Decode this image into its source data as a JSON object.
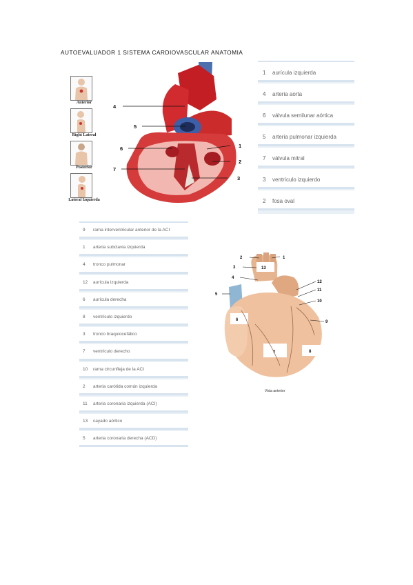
{
  "title": "AUTOEVALUADOR 1 SISTEMA CARDIOVASCULAR ANATOMIA",
  "views": [
    "Anterior",
    "Right Lateral",
    "Posterior",
    "Lateral Izquierda"
  ],
  "diagram1": {
    "labels": [
      "4",
      "5",
      "6",
      "7",
      "1",
      "2",
      "3"
    ]
  },
  "answers1": [
    {
      "num": "1",
      "text": "aurícula izquierda"
    },
    {
      "num": "4",
      "text": "arteria aorta"
    },
    {
      "num": "6",
      "text": "válvula semilunar aórtica"
    },
    {
      "num": "5",
      "text": "arteria pulmonar izquierda"
    },
    {
      "num": "7",
      "text": "válvula mitral"
    },
    {
      "num": "3",
      "text": "ventrículo izquierdo"
    },
    {
      "num": "2",
      "text": "fosa oval"
    }
  ],
  "answers2": [
    {
      "num": "9",
      "text": "rama interventricular anterior de la ACI"
    },
    {
      "num": "1",
      "text": "arteria subclavia izquierda"
    },
    {
      "num": "4",
      "text": "tronco pulmonar"
    },
    {
      "num": "12",
      "text": "aurícula izquierda"
    },
    {
      "num": "6",
      "text": "aurícula derecha"
    },
    {
      "num": "8",
      "text": "ventrículo izquierdo"
    },
    {
      "num": "3",
      "text": "tronco braquiocefálico"
    },
    {
      "num": "7",
      "text": "ventrículo derecho"
    },
    {
      "num": "10",
      "text": "rama circunfleja de la ACI"
    },
    {
      "num": "2",
      "text": "arteria carótida común izquierda"
    },
    {
      "num": "11",
      "text": "arteria coronaria izquierda (ACI)"
    },
    {
      "num": "13",
      "text": "cayado aórtico"
    },
    {
      "num": "5",
      "text": "arteria coronaria derecha (ACD)"
    }
  ],
  "diagram2": {
    "labels": [
      "2",
      "1",
      "3",
      "13",
      "4",
      "12",
      "11",
      "10",
      "5",
      "6",
      "9",
      "8",
      "7"
    ],
    "caption": "Vista anterior"
  }
}
